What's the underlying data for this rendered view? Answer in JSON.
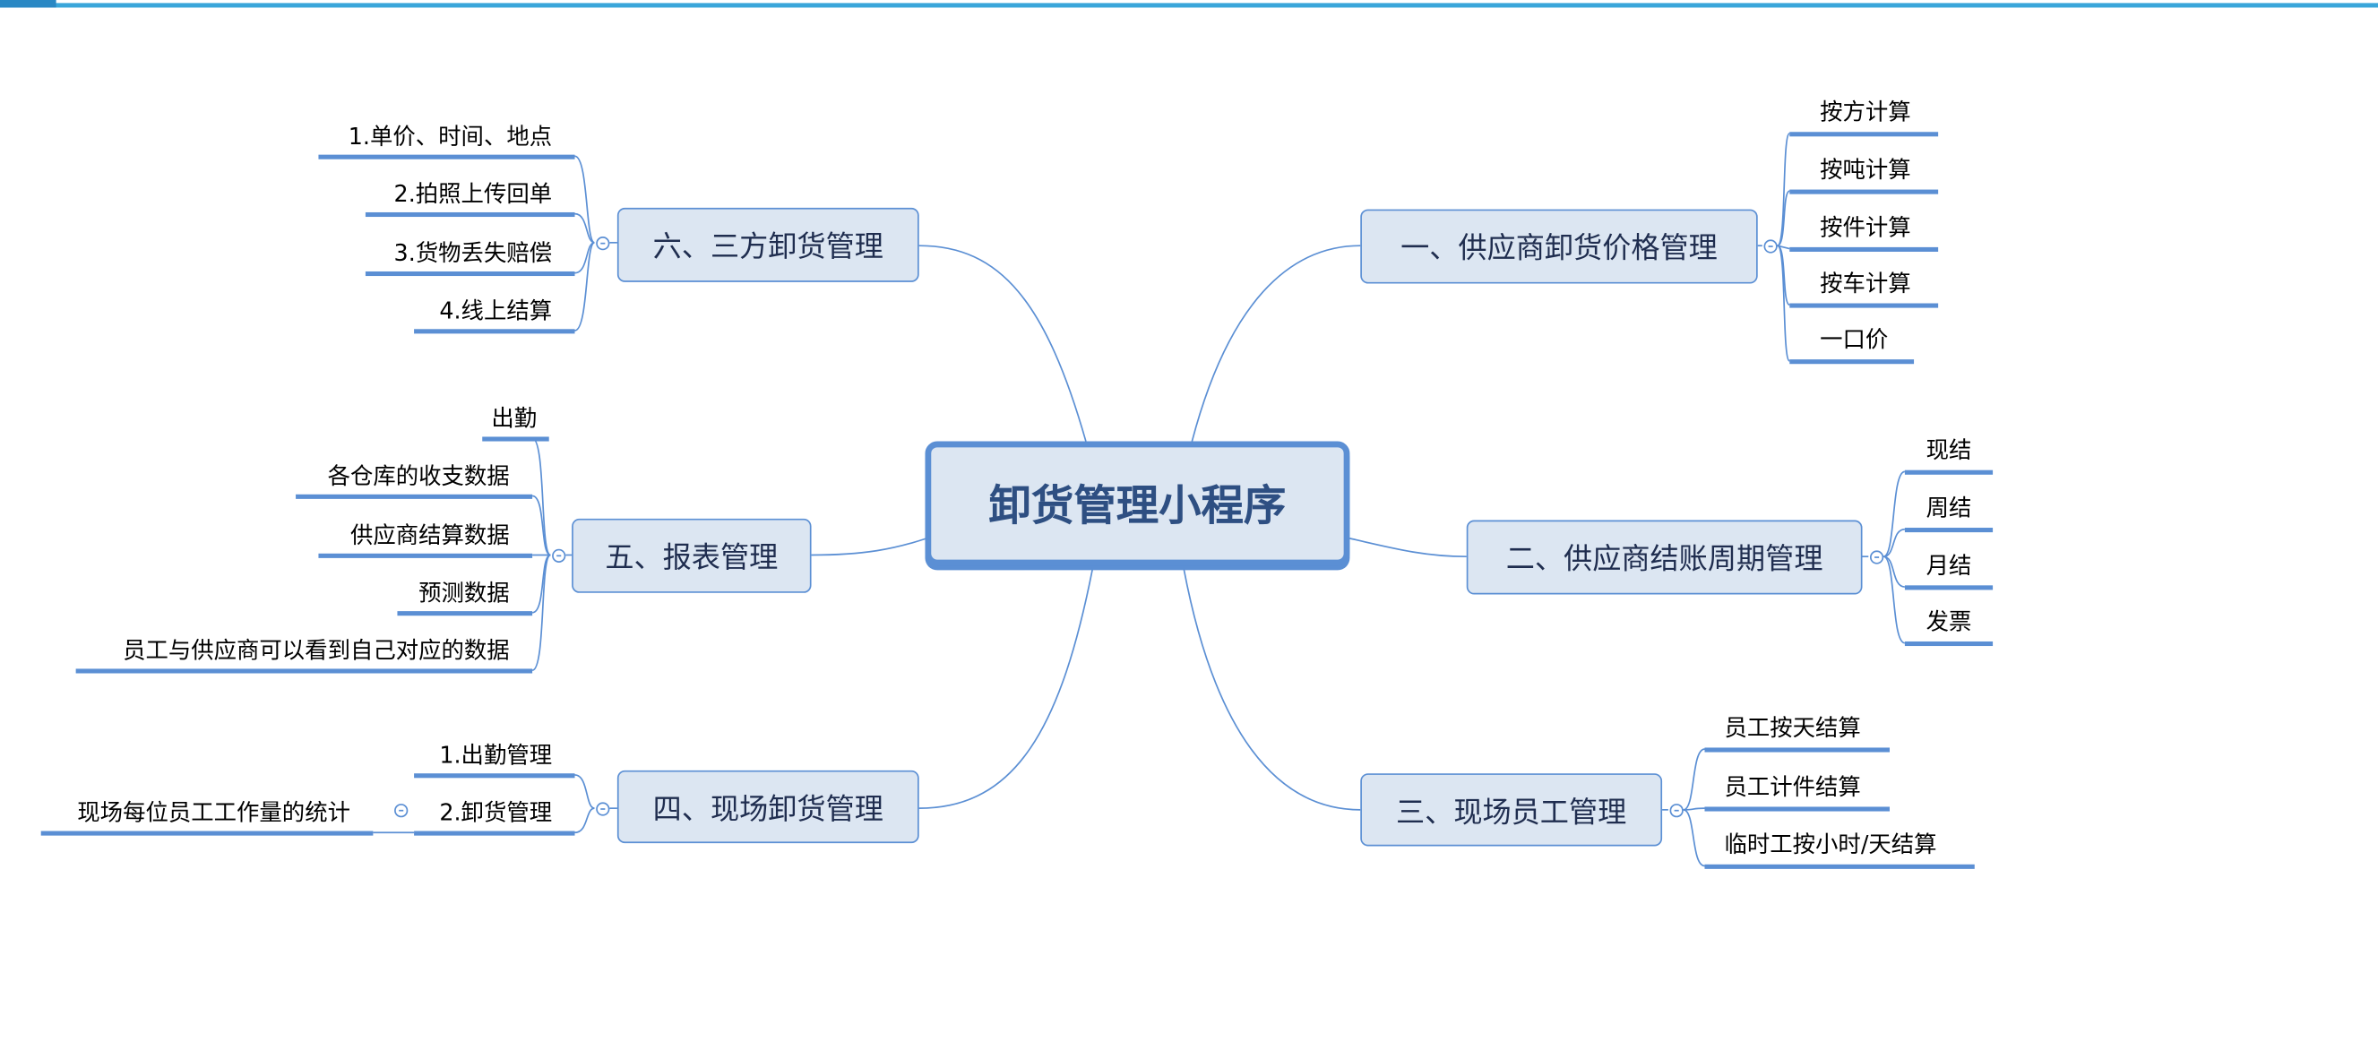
{
  "title": "卸货管理小程序",
  "colors": {
    "accent": "#5b8fd4",
    "node_fill": "#dce6f2",
    "topbar": "#3aa6da"
  },
  "branches": {
    "b1": {
      "label": "一、供应商卸货价格管理",
      "children": [
        "按方计算",
        "按吨计算",
        "按件计算",
        "按车计算",
        "一口价"
      ]
    },
    "b2": {
      "label": "二、供应商结账周期管理",
      "children": [
        "现结",
        "周结",
        "月结",
        "发票"
      ]
    },
    "b3": {
      "label": "三、现场员工管理",
      "children": [
        "员工按天结算",
        "员工计件结算",
        "临时工按小时/天结算"
      ]
    },
    "b4": {
      "label": "四、现场卸货管理",
      "children": [
        "1.出勤管理",
        "2.卸货管理"
      ],
      "grandchildren": [
        "现场每位员工工作量的统计"
      ]
    },
    "b5": {
      "label": "五、报表管理",
      "children": [
        "出勤",
        "各仓库的收支数据",
        "供应商结算数据",
        "预测数据",
        "员工与供应商可以看到自己对应的数据"
      ]
    },
    "b6": {
      "label": "六、三方卸货管理",
      "children": [
        "1.单价、时间、地点",
        "2.拍照上传回单",
        "3.货物丢失赔偿",
        "4.线上结算"
      ]
    }
  }
}
